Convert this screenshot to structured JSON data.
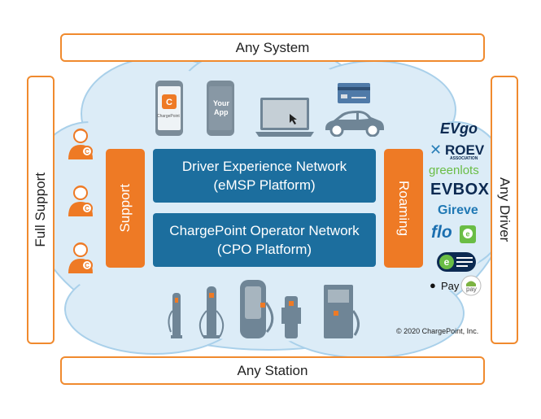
{
  "frames": {
    "top": "Any System",
    "bottom": "Any Station",
    "left": "Full Support",
    "right": "Any Driver"
  },
  "platforms": {
    "driver": {
      "line1": "Driver Experience Network",
      "line2": "(eMSP Platform)"
    },
    "operator": {
      "line1": "ChargePoint Operator Network",
      "line2": "(CPO Platform)"
    }
  },
  "bars": {
    "support": "Support",
    "roaming": "Roaming"
  },
  "devices": {
    "phone1_label": "ChargePoint",
    "phone2_label_1": "Your",
    "phone2_label_2": "App"
  },
  "logos": {
    "evgo": "EVgo",
    "roev": "ROEV",
    "roev_sub": "ASSOCIATION",
    "greenlots": "greenlots",
    "evbox": "EVBOX",
    "gireve": "Gireve",
    "flo": "flo",
    "applepay": "Pay",
    "androidpay": "pay"
  },
  "copyright": "© 2020 ChargePoint, Inc.",
  "colors": {
    "orange": "#ee7a25",
    "blue": "#1c6e9e",
    "cloud": "#dcecf7",
    "cloud_stroke": "#a9d0ea",
    "icon_gray": "#6f8596"
  }
}
